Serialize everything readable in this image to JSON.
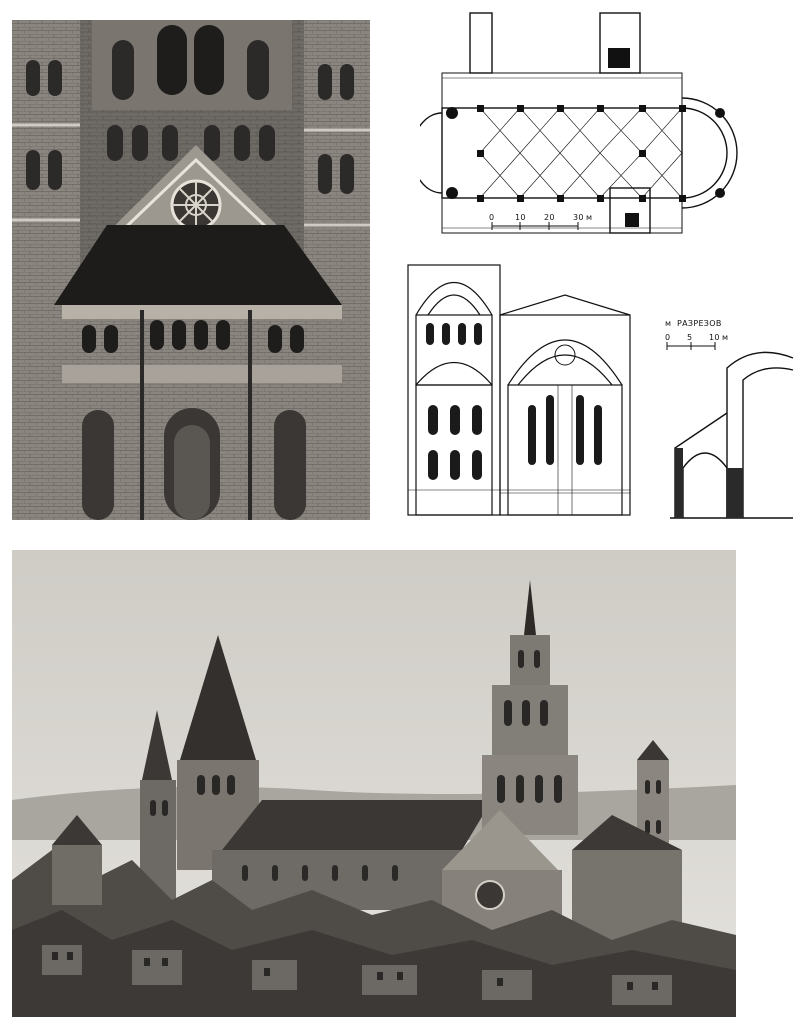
{
  "plan": {
    "scale_ticks": [
      "0",
      "10",
      "20",
      "30"
    ],
    "scale_unit": "м"
  },
  "section_small": {
    "scale_prefix": "м",
    "scale_title": "РАЗРЕЗОВ",
    "scale_ticks": [
      "0",
      "5",
      "10"
    ],
    "scale_unit": "м"
  },
  "colors": {
    "paper": "#ffffff",
    "ink": "#1a1a1a",
    "stone_dark": "#3a3734",
    "stone_light": "#8c8882",
    "sky": "#d9d7d2"
  }
}
